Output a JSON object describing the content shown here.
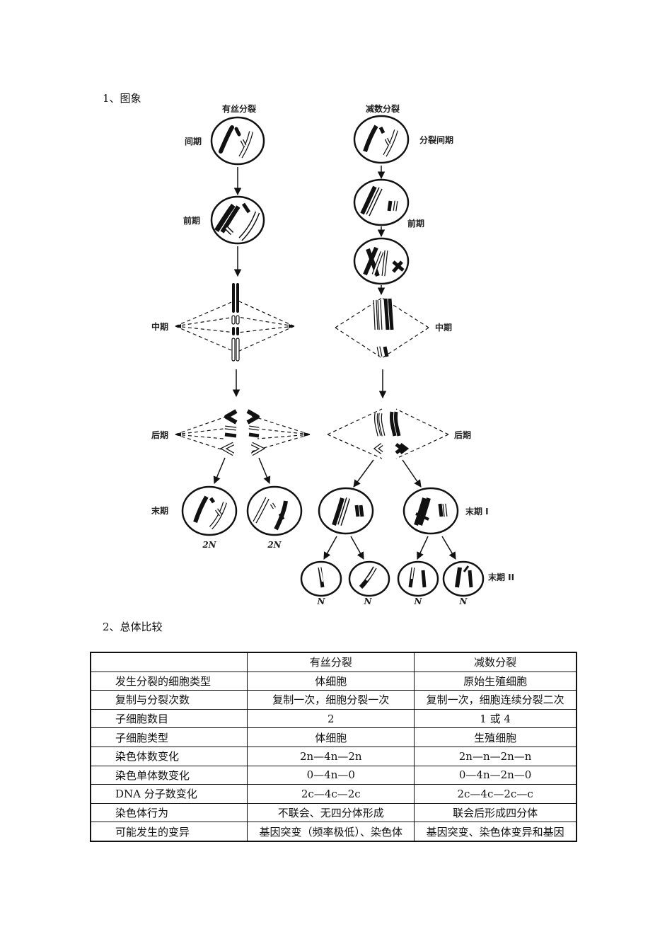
{
  "section1": {
    "title": "1、图象"
  },
  "diagram": {
    "mitosis_title": "有丝分裂",
    "meiosis_title": "减数分裂",
    "stage_interphase": "间期",
    "stage_meiosis_interphase": "分裂间期",
    "stage_prophase": "前期",
    "stage_metaphase": "中期",
    "stage_anaphase": "后期",
    "stage_telophase": "末期",
    "stage_telophase_1": "末期 I",
    "stage_telophase_2": "末期 II",
    "ploidy_2n": "2N",
    "ploidy_n": "N"
  },
  "section2": {
    "title": "2、总体比较"
  },
  "table": {
    "headers": [
      "",
      "有丝分裂",
      "减数分裂"
    ],
    "rows": [
      [
        "发生分裂的细胞类型",
        "体细胞",
        "原始生殖细胞"
      ],
      [
        "复制与分裂次数",
        "复制一次，细胞分裂一次",
        "复制一次，细胞连续分裂二次"
      ],
      [
        "子细胞数目",
        "2",
        "1 或 4"
      ],
      [
        "子细胞类型",
        "体细胞",
        "生殖细胞"
      ],
      [
        "染色体数变化",
        "2n—4n—2n",
        "2n—n—2n—n"
      ],
      [
        "染色单体数变化",
        "0—4n—0",
        "0—4n—2n—0"
      ],
      [
        "DNA 分子数变化",
        "2c—4c—2c",
        "2c—4c—2c—c"
      ],
      [
        "染色体行为",
        "不联会、无四分体形成",
        "联会后形成四分体"
      ],
      [
        "可能发生的变异",
        "基因突变（频率极低）、染色体",
        "基因突变、染色体变异和基因"
      ]
    ]
  }
}
